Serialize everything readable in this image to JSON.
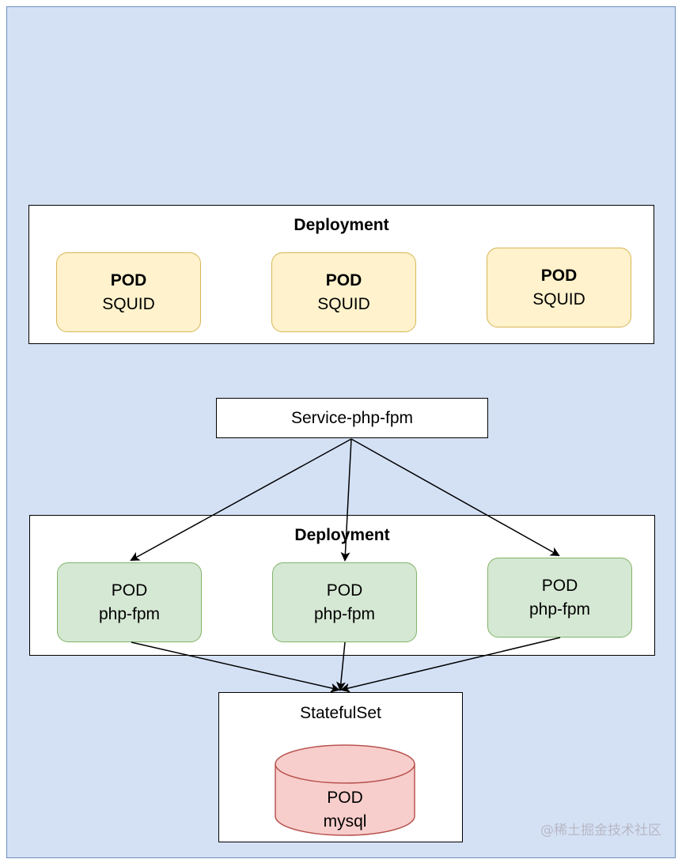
{
  "deployment_squid": {
    "title": "Deployment",
    "pods": [
      {
        "line1": "POD",
        "line2": "SQUID"
      },
      {
        "line1": "POD",
        "line2": "SQUID"
      },
      {
        "line1": "POD",
        "line2": "SQUID"
      }
    ]
  },
  "service": {
    "label": "Service-php-fpm"
  },
  "deployment_php": {
    "title": "Deployment",
    "pods": [
      {
        "line1": "POD",
        "line2": "php-fpm"
      },
      {
        "line1": "POD",
        "line2": "php-fpm"
      },
      {
        "line1": "POD",
        "line2": "php-fpm"
      }
    ]
  },
  "statefulset": {
    "title": "StatefulSet",
    "db": {
      "line1": "POD",
      "line2": "mysql"
    }
  },
  "watermark": "@稀土掘金技术社区",
  "colors": {
    "background": "#d4e1f5",
    "squid_pod_fill": "#fff2cc",
    "squid_pod_border": "#d6b656",
    "php_pod_fill": "#d5e8d4",
    "php_pod_border": "#82b366",
    "db_fill": "#f8cecc",
    "db_border": "#b85450"
  }
}
